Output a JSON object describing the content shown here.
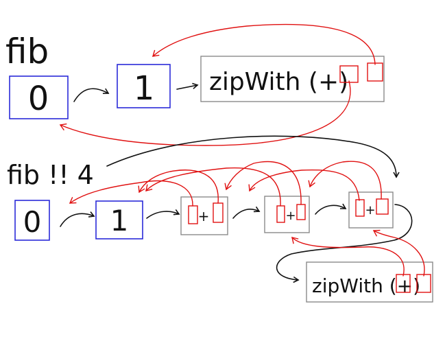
{
  "top": {
    "label": "fib",
    "cell0": "0",
    "cell1": "1",
    "thunk": "zipWith (+)"
  },
  "bottom": {
    "label": "fib !! 4",
    "cell0": "0",
    "cell1": "1",
    "plus": "+",
    "thunk": "zipWith (+)"
  },
  "colors": {
    "value_box": "#2a2ad8",
    "thunk_box": "#8a8a8a",
    "pointer": "#e01010",
    "ink": "#111111"
  }
}
